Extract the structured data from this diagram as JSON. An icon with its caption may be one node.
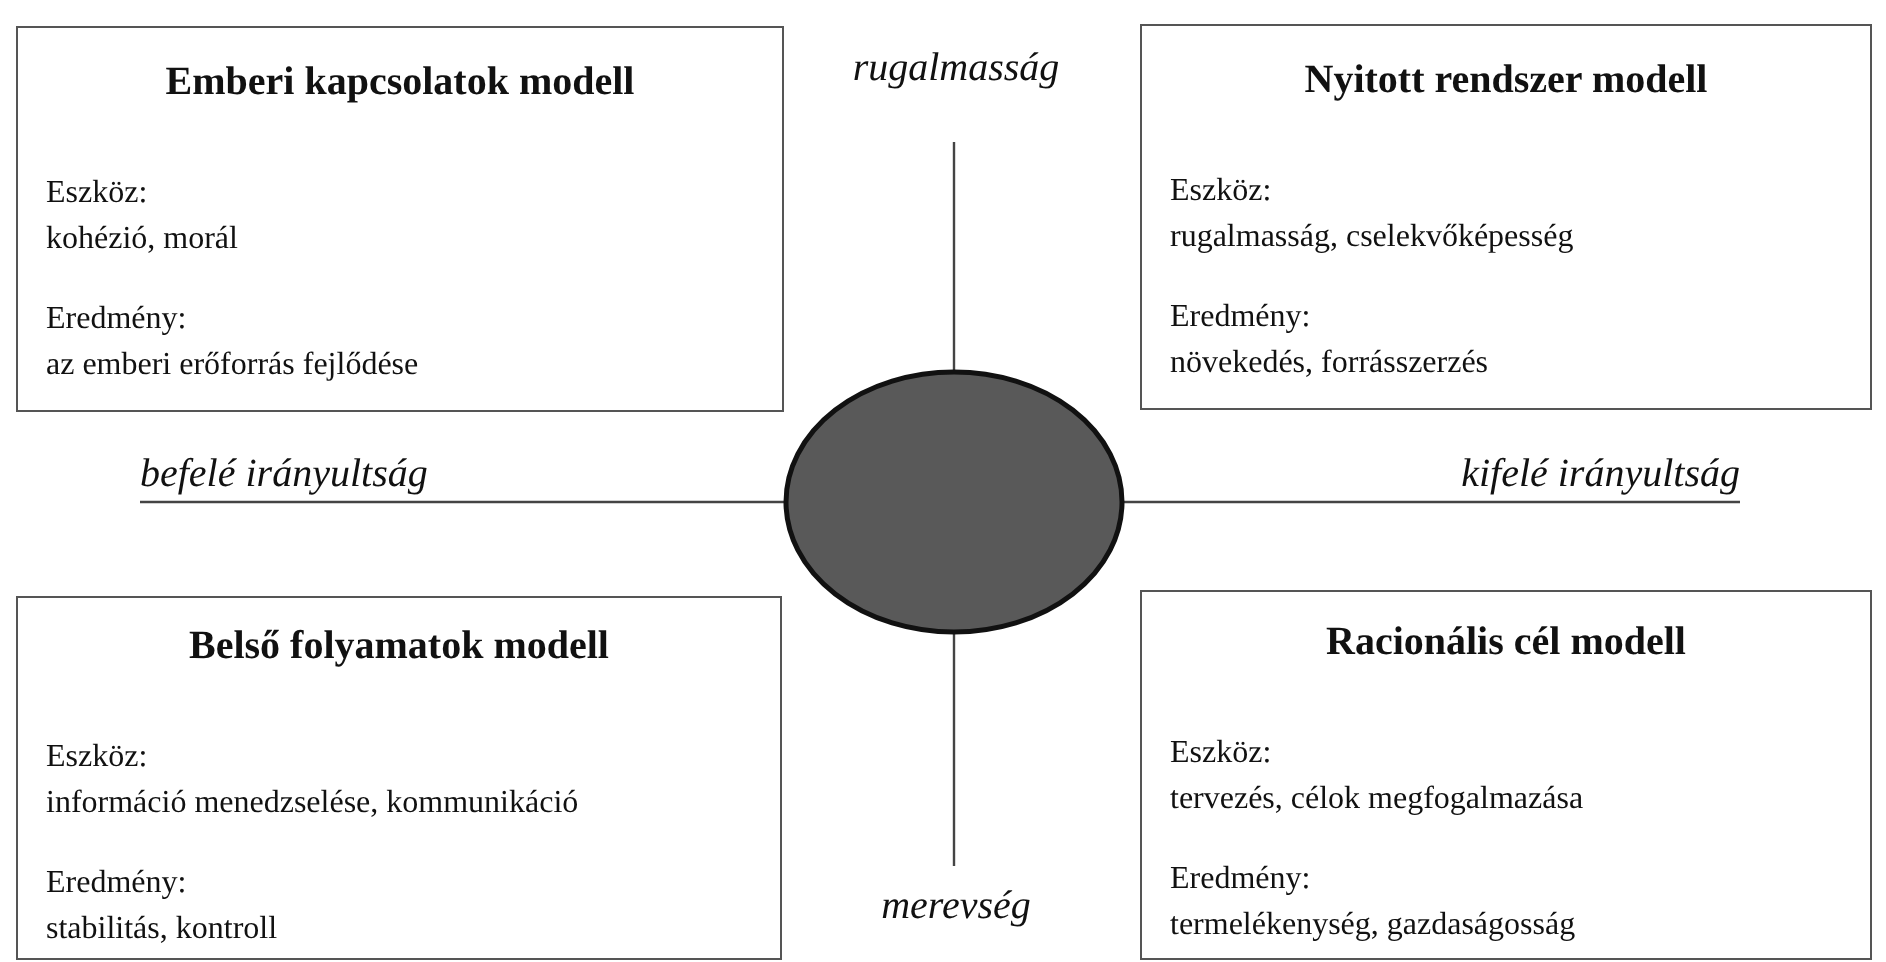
{
  "diagram": {
    "nodes": [
      {
        "text": [
          "Emberi kapcsolatok modell",
          "Eszköz:",
          "kohézió, morál",
          "Eredmény:",
          "az emberi erőforrás fejlődése"
        ]
      },
      {
        "text": [
          "Nyitott rendszer modell",
          "Eszköz:",
          "rugalmasság, cselekvőképesség",
          "Eredmény:",
          "növekedés, forrásszerzés"
        ]
      },
      {
        "text": [],
        "shape": "ellipse"
      },
      {
        "text": [
          "Belső folyamatok modell",
          "Eszköz:",
          "információ menedzselése, kommunikáció",
          "Eredmény:",
          "stabilitás, kontroll"
        ]
      },
      {
        "text": [
          "Racionális cél modell",
          "Eszköz:",
          "tervezés, célok megfogalmazása",
          "Eredmény:",
          "termelékenység, gazdaságosság"
        ]
      }
    ],
    "labels": [
      "rugalmasság",
      "befelé irányultság",
      "kifelé irányultság",
      "merevség"
    ]
  }
}
